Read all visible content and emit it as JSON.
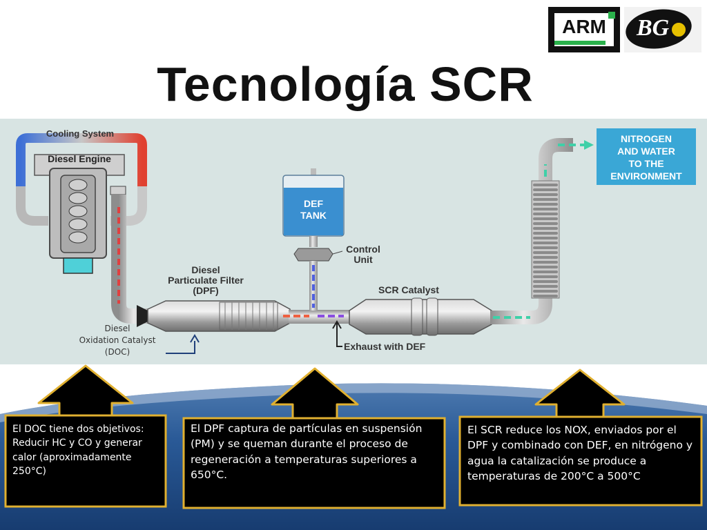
{
  "title": "Tecnología SCR",
  "logos": {
    "arm": "ARM",
    "bg": "BG"
  },
  "diagram": {
    "cooling_system": "Cooling System",
    "diesel_engine": "Diesel Engine",
    "dpf_label": [
      "Diesel",
      "Particulate Filter",
      "(DPF)"
    ],
    "doc_label": [
      "Diesel",
      "Oxidation Catalyst",
      "(DOC)"
    ],
    "def_tank": [
      "DEF",
      "TANK"
    ],
    "control_unit": [
      "Control",
      "Unit"
    ],
    "scr_catalyst": "SCR Catalyst",
    "exhaust_with_def": "Exhaust with DEF",
    "nitrogen_box": [
      "NITROGEN",
      "AND WATER",
      "TO THE",
      "ENVIRONMENT"
    ]
  },
  "callouts": [
    {
      "text": "El DOC tiene dos objetivos: Reducir HC y CO y generar calor (aproximadamente 250°C)"
    },
    {
      "text": " El DPF captura de partículas en suspensión (PM) y se queman durante el proceso de regeneración a temperaturas superiores a 650°C."
    },
    {
      "text": "El SCR reduce los NOX, enviados por el DPF y combinado con DEF, en nitrógeno y agua la catalización se produce a temperaturas de 200°C a 500°C"
    }
  ],
  "colors": {
    "diagram_bg": "#d8e4e3",
    "callout_bg": "#000000",
    "callout_border": "#e0b030",
    "nitrogen_box": "#3aa7d6",
    "def_tank": "#3a8fd0",
    "band_blue": "#1f4e8c"
  }
}
